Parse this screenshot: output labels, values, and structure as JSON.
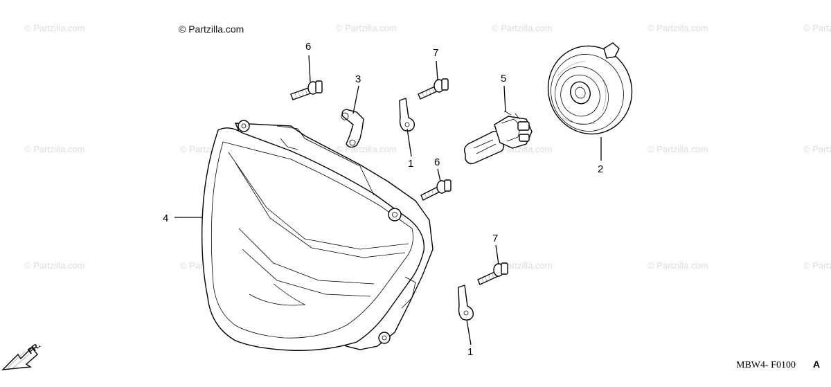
{
  "credit": "© Partzilla.com",
  "watermark": "© Partzilla.com",
  "diagram_code": "MBW4- F0100",
  "diagram_code_suffix": "A",
  "direction_label": "FR.",
  "callouts": {
    "bracket_upper": "1",
    "bracket_lower": "1",
    "headlight_cover": "2",
    "connector": "3",
    "headlight_unit": "4",
    "bulb": "5",
    "screw_6_upper": "6",
    "screw_6_mid": "6",
    "screw_7_upper": "7",
    "screw_7_lower": "7"
  }
}
